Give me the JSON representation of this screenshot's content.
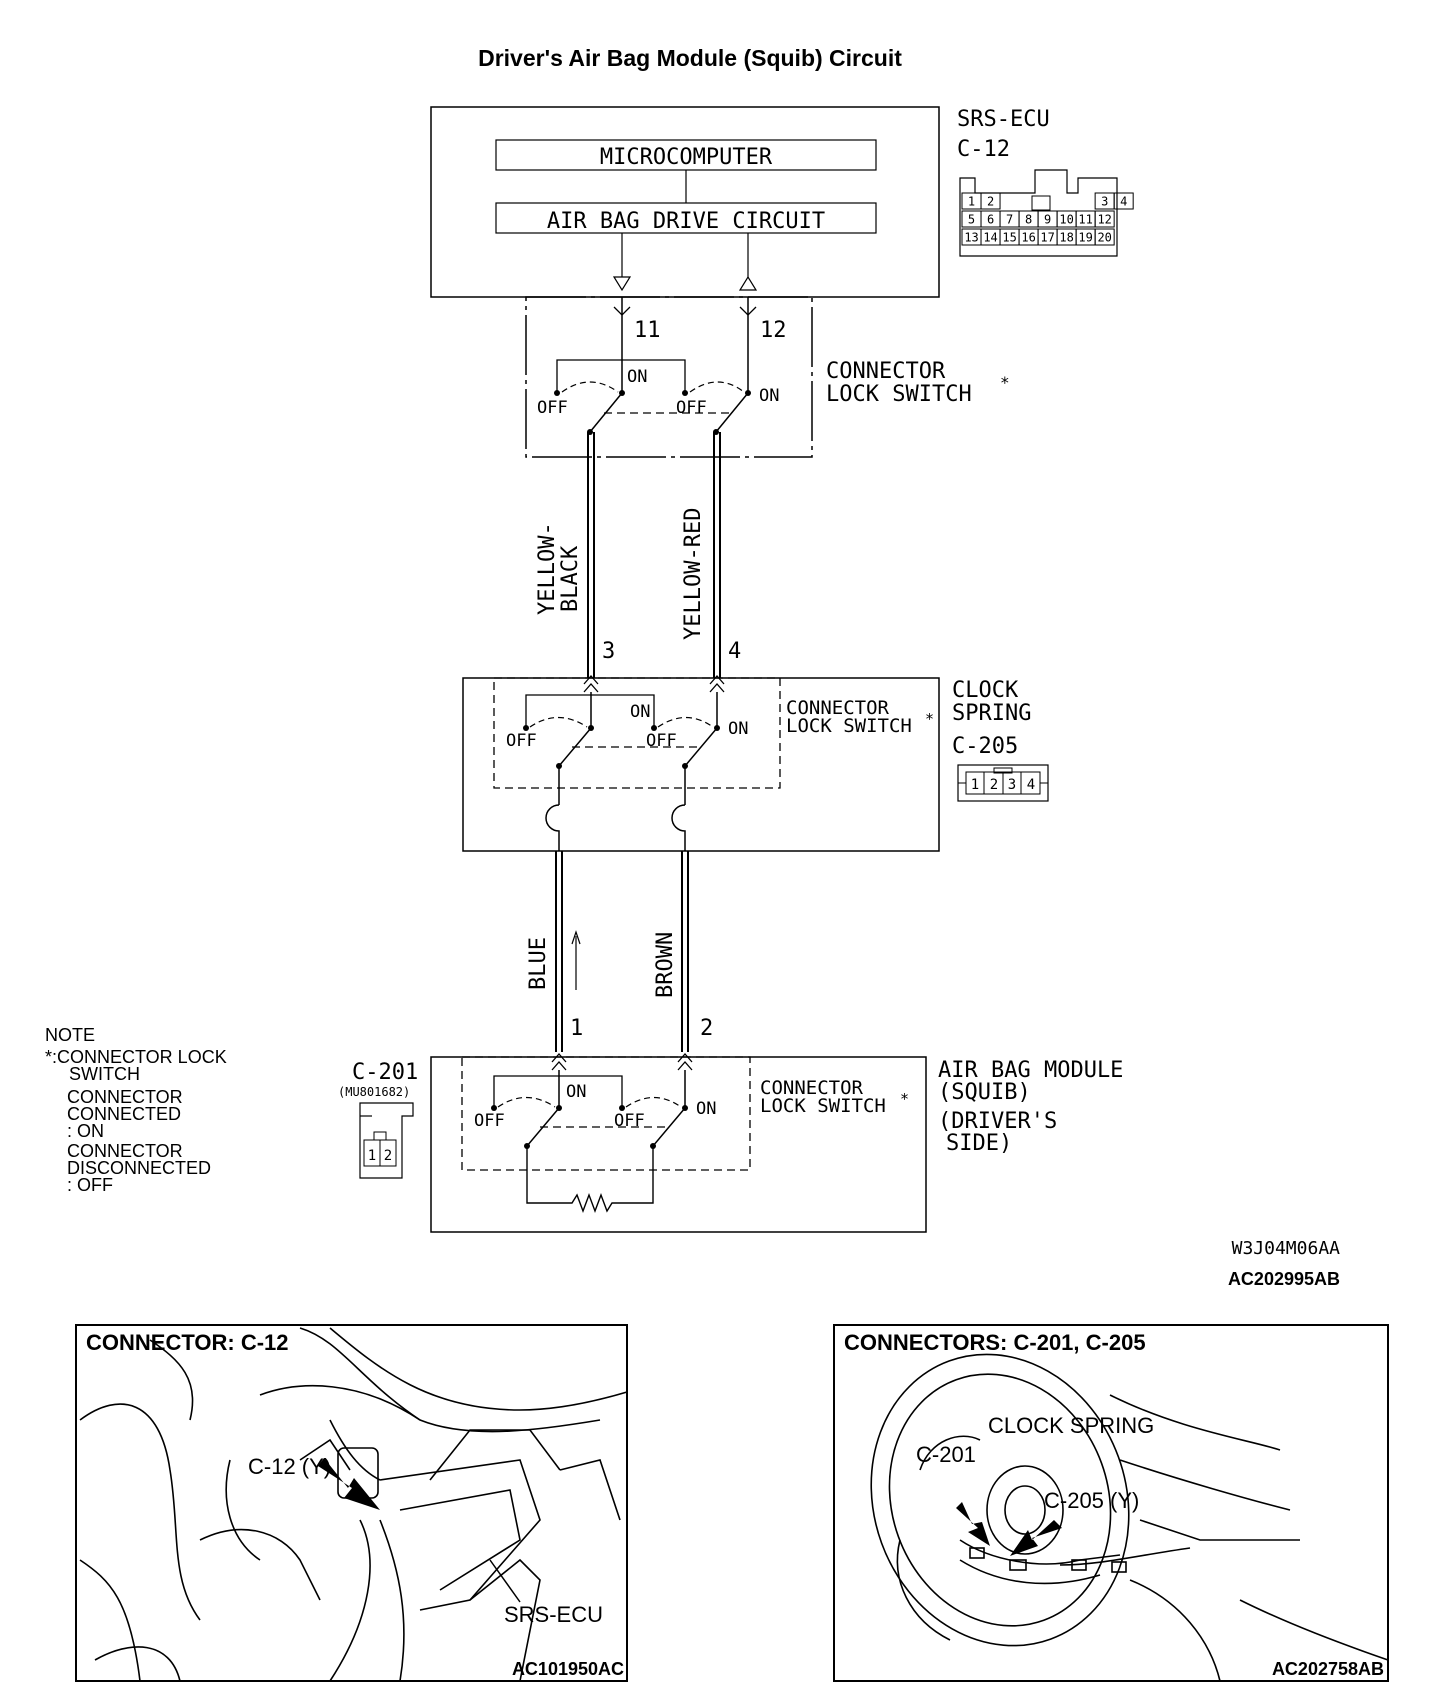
{
  "title": "Driver's Air Bag Module (Squib) Circuit",
  "ecu": {
    "label": "SRS-ECU",
    "connector": "C-12",
    "micro": "MICROCOMPUTER",
    "drive": "AIR BAG DRIVE CIRCUIT",
    "pin_a": "11",
    "pin_b": "12",
    "pin_grid": [
      [
        "1",
        "2",
        "",
        "",
        "",
        "",
        "",
        "",
        "3",
        "4"
      ],
      [
        "5",
        "6",
        "7",
        "8",
        "9",
        "10",
        "11",
        "12"
      ],
      [
        "13",
        "14",
        "15",
        "16",
        "17",
        "18",
        "19",
        "20"
      ]
    ]
  },
  "lock_switch": {
    "line1": "CONNECTOR",
    "line2": "LOCK SWITCH",
    "mark": "*",
    "on": "ON",
    "off": "OFF"
  },
  "wires": {
    "yellow_black_1": "YELLOW-",
    "yellow_black_2": "BLACK",
    "yellow_red": "YELLOW-RED",
    "blue": "BLUE",
    "brown": "BROWN"
  },
  "clock_spring": {
    "line1": "CLOCK",
    "line2": "SPRING",
    "connector": "C-205",
    "pin_a": "3",
    "pin_b": "4",
    "pins": [
      "1",
      "2",
      "3",
      "4"
    ]
  },
  "module": {
    "line1": "AIR BAG MODULE",
    "line2": "(SQUIB)",
    "line3": "(DRIVER'S",
    "line4": "SIDE)",
    "connector": "C-201",
    "part": "(MU801682)",
    "pin_a": "1",
    "pin_b": "2",
    "pins": [
      "1",
      "2"
    ]
  },
  "note": {
    "heading": "NOTE",
    "l1": "*:CONNECTOR LOCK",
    "l2": "SWITCH",
    "l3": "CONNECTOR",
    "l4": "CONNECTED",
    "l5": ": ON",
    "l6": "CONNECTOR",
    "l7": "DISCONNECTED",
    "l8": ": OFF"
  },
  "codes": {
    "w": "W3J04M06AA",
    "ac": "AC202995AB"
  },
  "panel_left": {
    "title": "CONNECTOR: C-12",
    "callout1": "C-12 (Y)",
    "callout2": "SRS-ECU",
    "code": "AC101950AC"
  },
  "panel_right": {
    "title": "CONNECTORS: C-201, C-205",
    "callout1": "CLOCK SPRING",
    "callout2": "C-201",
    "callout3": "C-205 (Y)",
    "code": "AC202758AB"
  }
}
